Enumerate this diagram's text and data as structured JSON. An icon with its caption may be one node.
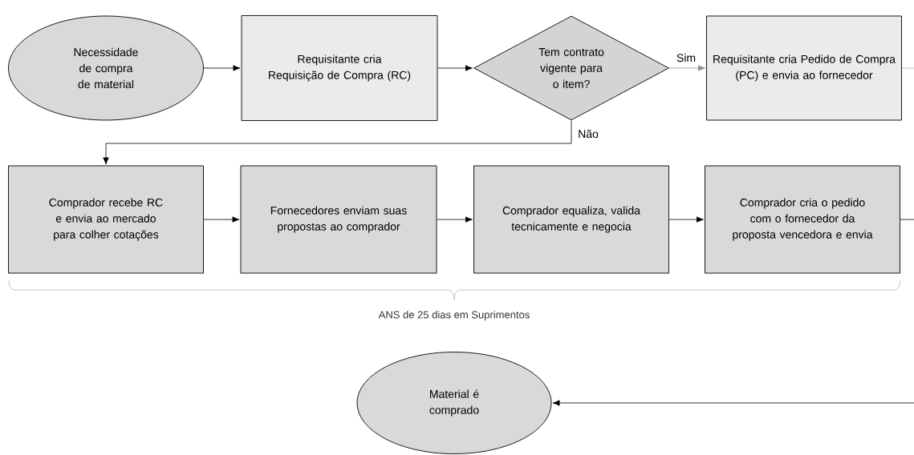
{
  "diagram": {
    "nodes": [
      {
        "text": [
          "Necessidade de compra de material"
        ]
      },
      {
        "text": [
          "Requisitante cria Requisição de Compra (RC)"
        ]
      },
      {
        "text": [
          "Tem contrato vigente para o item?"
        ]
      },
      {
        "text": [
          "Requisitante cria Pedido de Compra (PC) e envia ao fornecedor"
        ]
      },
      {
        "text": [
          "Comprador recebe RC e envia ao mercado para colher cotações"
        ]
      },
      {
        "text": [
          "Fornecedores enviam suas propostas ao comprador"
        ]
      },
      {
        "text": [
          "Comprador equaliza, valida tecnicamente e negocia"
        ]
      },
      {
        "text": [
          "Comprador cria o pedido com o fornecedor da proposta vencedora e envia"
        ]
      },
      {
        "text": [
          "Material é comprado"
        ]
      }
    ],
    "edges": [
      {
        "from": 0,
        "to": 1,
        "arrow": "to"
      },
      {
        "from": 1,
        "to": 2,
        "arrow": "to"
      },
      {
        "from": 2,
        "to": 3,
        "arrow": "to",
        "label": "Sim",
        "color": "#8c8c8c"
      },
      {
        "from": 2,
        "to": 4,
        "arrow": "to",
        "label": "Não"
      },
      {
        "from": 4,
        "to": 5,
        "arrow": "to"
      },
      {
        "from": 5,
        "to": 6,
        "arrow": "to"
      },
      {
        "from": 6,
        "to": 7,
        "arrow": "to"
      },
      {
        "from": 3,
        "to": null,
        "arrow": "none",
        "color": "#a6a6a6"
      },
      {
        "from": 7,
        "to": null,
        "arrow": "none"
      },
      {
        "from": null,
        "to": 8,
        "arrow": "to"
      }
    ],
    "labels": [
      "ANS de 25 dias em Suprimentos"
    ]
  }
}
